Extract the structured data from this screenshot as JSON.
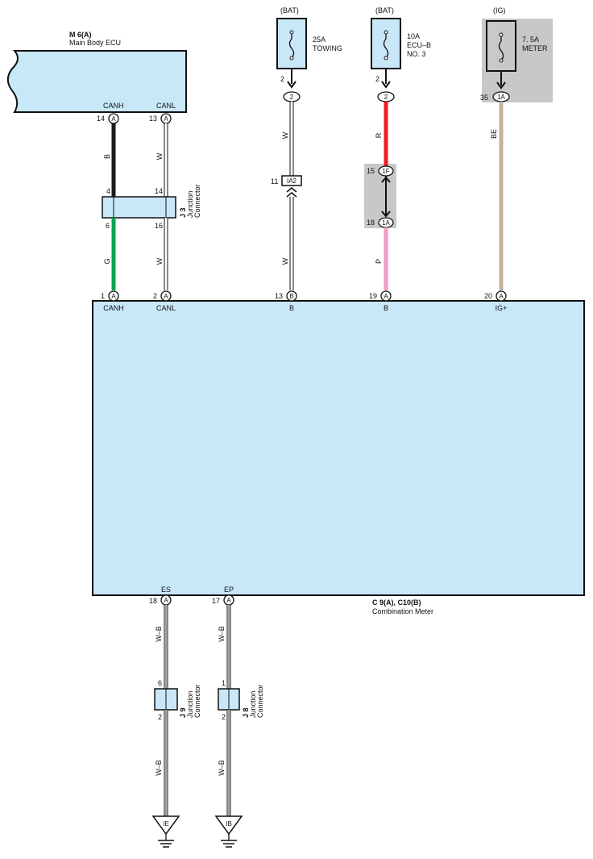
{
  "main_body_ecu": {
    "code": "M 6(A)",
    "name": "Main Body ECU",
    "pin_canh": "CANH",
    "pin_canl": "CANL",
    "num_canh": "14",
    "num_canl": "13",
    "conn": "A"
  },
  "combination_meter": {
    "code": "C 9(A), C10(B)",
    "name": "Combination Meter",
    "top_pins": [
      {
        "num": "1",
        "conn": "A",
        "label": "CANH"
      },
      {
        "num": "2",
        "conn": "A",
        "label": "CANL"
      },
      {
        "num": "13",
        "conn": "B",
        "label": "B"
      },
      {
        "num": "19",
        "conn": "A",
        "label": "B"
      },
      {
        "num": "20",
        "conn": "A",
        "label": "IG+"
      }
    ],
    "bottom_pins": [
      {
        "num": "18",
        "conn": "A",
        "label": "ES"
      },
      {
        "num": "17",
        "conn": "A",
        "label": "EP"
      }
    ]
  },
  "fuses": [
    {
      "source": "(BAT)",
      "rating": "25A",
      "name": "TOWING",
      "pin": "2",
      "conn": "2"
    },
    {
      "source": "(BAT)",
      "rating": "10A",
      "name": "ECU–B",
      "name2": "NO. 3",
      "pin": "2",
      "conn": "2"
    },
    {
      "source": "(IG)",
      "rating": "7. 5A",
      "name": "METER",
      "pin": "35",
      "conn": "1A"
    }
  ],
  "junction_j3": {
    "code": "J 3",
    "name": "Junction",
    "name2": "Connector",
    "pins_top": [
      "4",
      "14"
    ],
    "pins_bottom": [
      "6",
      "16"
    ]
  },
  "junction_j9": {
    "code": "J 9",
    "name": "Junction",
    "name2": "Connector",
    "pin_top": "6",
    "pin_bottom": "2"
  },
  "junction_j8": {
    "code": "J 8",
    "name": "Junction",
    "name2": "Connector",
    "pin_top": "1",
    "pin_bottom": "2"
  },
  "inline_ia2": {
    "pin": "11",
    "label": "IA2"
  },
  "inline_1f": {
    "pin": "15",
    "conn": "1F"
  },
  "inline_1a": {
    "pin": "18",
    "conn": "1A"
  },
  "wire_colors": {
    "canh_upper": "B",
    "canl_upper": "W",
    "canh_lower": "G",
    "canl_lower": "W",
    "towing_upper": "W",
    "towing_lower": "W",
    "ecub_upper": "R",
    "ecub_lower": "P",
    "meter": "BE",
    "es_upper": "W–B",
    "es_lower": "W–B",
    "ep_upper": "W–B",
    "ep_lower": "W–B"
  },
  "grounds": [
    {
      "label": "IE"
    },
    {
      "label": "IB"
    }
  ],
  "colors": {
    "component_fill": "#c8e8f8",
    "black_wire": "#1a1a1a",
    "green_wire": "#00a651",
    "red_wire": "#ed1c24",
    "pink_wire": "#f49ac2",
    "beige_wire": "#c2b39e",
    "gray_box": "#c8c8c8"
  }
}
